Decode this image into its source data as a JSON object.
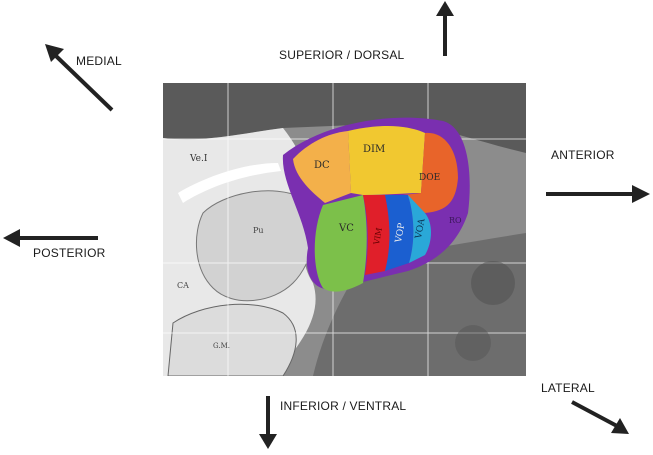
{
  "directions": {
    "superior": "SUPERIOR / DORSAL",
    "inferior": "INFERIOR / VENTRAL",
    "anterior": "ANTERIOR",
    "posterior": "POSTERIOR",
    "medial": "MEDIAL",
    "lateral": "LATERAL"
  },
  "regions": {
    "dc": "DC",
    "dim": "DIM",
    "doe": "DOE",
    "vc": "VC",
    "vim": "VIM",
    "vop": "VOP",
    "voa": "VOA",
    "ro": "RO"
  },
  "atlas_labels": {
    "vei": "Ve.I",
    "pu": "Pu",
    "ca": "CA",
    "gm": "G.M."
  },
  "colors": {
    "capsule": "#7a2fb0",
    "dc": "#f3b04a",
    "dim": "#f1c830",
    "doe": "#e8642a",
    "vc": "#7cc04a",
    "vim": "#e01f2a",
    "vop": "#1b5fd0",
    "voa": "#2aa8d8"
  }
}
